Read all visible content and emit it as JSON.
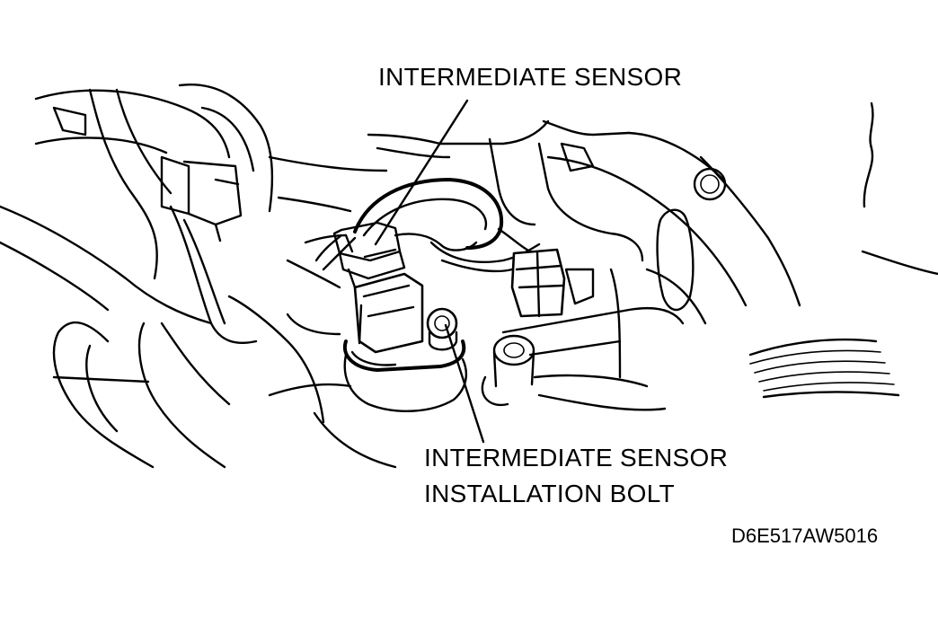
{
  "labels": {
    "sensor": "INTERMEDIATE SENSOR",
    "bolt_line1": "INTERMEDIATE SENSOR",
    "bolt_line2": "INSTALLATION BOLT"
  },
  "figure_code": "D6E517AW5016"
}
